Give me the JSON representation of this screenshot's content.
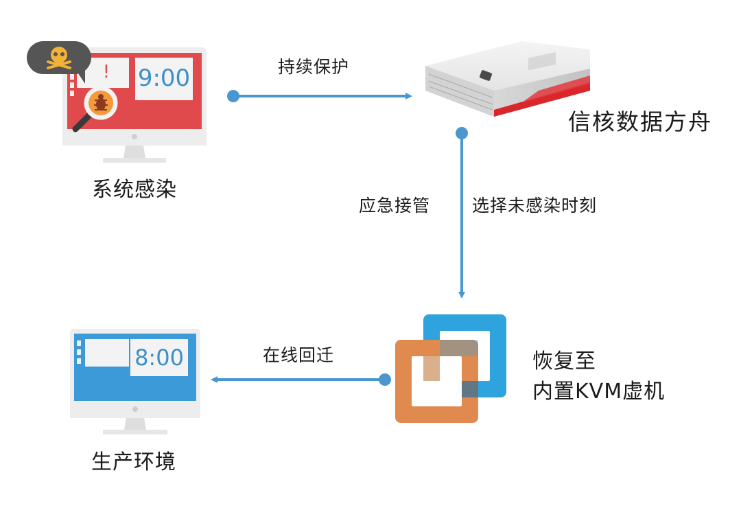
{
  "nodes": {
    "infected": {
      "label": "系统感染",
      "clock": "9:00",
      "alert": "!"
    },
    "ark": {
      "label": "信核数据方舟"
    },
    "kvm": {
      "label_line1": "恢复至",
      "label_line2": "内置KVM虚机"
    },
    "production": {
      "label": "生产环境",
      "clock": "8:00"
    }
  },
  "edges": {
    "protect": "持续保护",
    "takeover": "应急接管",
    "select_time": "选择未感染时刻",
    "migrate_back": "在线回迁"
  },
  "icons": {
    "infected": "skull-icon",
    "virus": "bug-icon",
    "magnifier": "magnifier-icon",
    "server": "server-icon",
    "kvm": "kvm-logo-icon",
    "monitor": "monitor-icon"
  },
  "colors": {
    "arrow": "#4a97cf",
    "infected_screen": "#e04a4c",
    "healthy_screen": "#3d9ad9",
    "kvm_blue": "#2fa3dd",
    "kvm_orange": "#e08a4f",
    "server_accent": "#d9262b"
  }
}
